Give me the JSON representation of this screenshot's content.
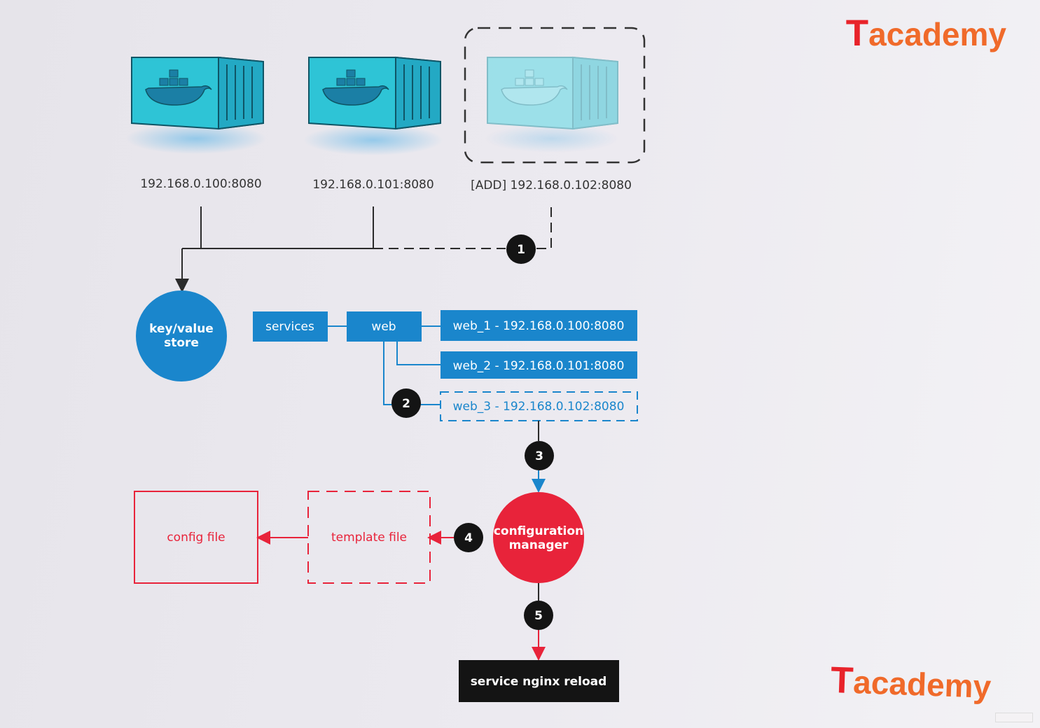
{
  "containers": [
    {
      "address": "192.168.0.100:8080"
    },
    {
      "address": "192.168.0.101:8080"
    },
    {
      "address": "[ADD] 192.168.0.102:8080"
    }
  ],
  "kv_store": {
    "line1": "key/value",
    "line2": "store"
  },
  "tree": {
    "services": "services",
    "web": "web",
    "entries": [
      "web_1 - 192.168.0.100:8080",
      "web_2 - 192.168.0.101:8080",
      "web_3 - 192.168.0.102:8080"
    ]
  },
  "steps": [
    "1",
    "2",
    "3",
    "4",
    "5"
  ],
  "config_manager": {
    "line1": "configuration",
    "line2": "manager"
  },
  "config_file": "config file",
  "template_file": "template file",
  "reload_command": "service nginx reload",
  "brand": {
    "t": "T",
    "rest": "academy"
  },
  "colors": {
    "container": "#2ec4d6",
    "container_faded": "#8fdfe8",
    "blue": "#1a86cc",
    "red": "#e8233a",
    "black": "#141414",
    "line": "#2b2b2b"
  }
}
